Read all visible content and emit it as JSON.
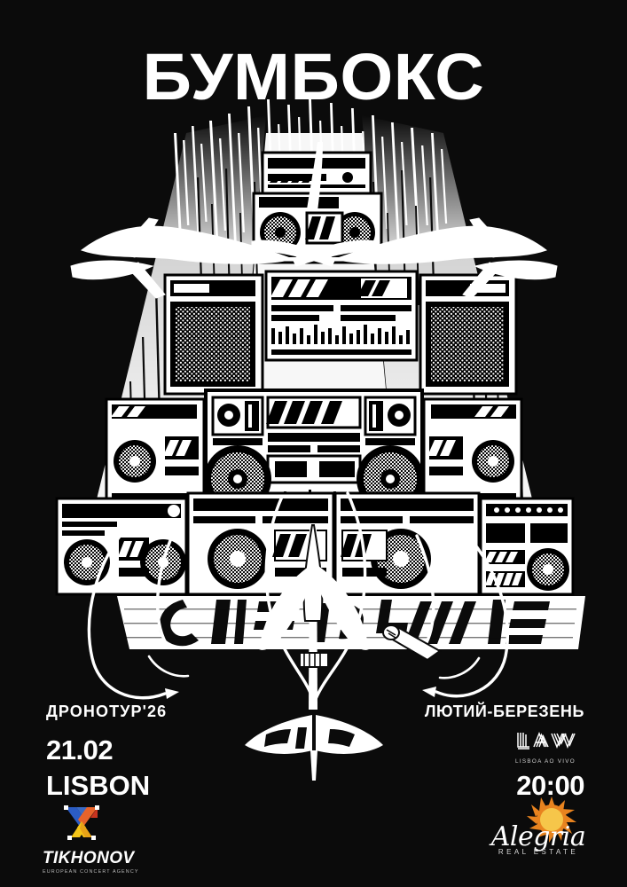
{
  "poster": {
    "background_color": "#0b0b0b",
    "ink_color": "#ffffff",
    "artist_title": "БУМБОКС",
    "artwork_description": "stacked-boomboxes-drone-illustration"
  },
  "details": {
    "tour_name": "ДРОНОТУР'26",
    "months": "ЛЮТИЙ-БЕРЕЗЕНЬ",
    "date": "21.02",
    "city": "LISBON",
    "time": "20:00"
  },
  "venue": {
    "monogram": "LAV",
    "name": "LISBOA AO VIVO"
  },
  "sponsors": {
    "promoter": {
      "name": "TIKHONOV",
      "tagline": "EUROPEAN CONCERT AGENCY",
      "mark_colors": {
        "blue": "#2b5cc4",
        "orange": "#e8632a",
        "red": "#c8341f",
        "yellow": "#f5c518"
      }
    },
    "partner": {
      "name": "Alegria",
      "tagline": "REAL ESTATE",
      "sun_colors": {
        "outer": "#e8831f",
        "inner": "#f6c64a"
      }
    }
  }
}
